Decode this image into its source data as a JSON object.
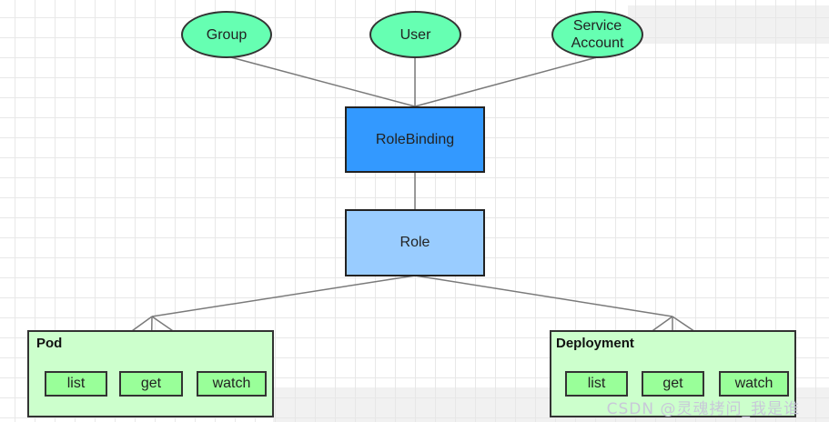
{
  "subjects": [
    {
      "id": "group",
      "label": "Group"
    },
    {
      "id": "user",
      "label": "User"
    },
    {
      "id": "service-account",
      "label": "Service\nAccount"
    }
  ],
  "binding": {
    "label": "RoleBinding",
    "color": "#3399ff"
  },
  "role": {
    "label": "Role",
    "color": "#99ccff"
  },
  "resources": [
    {
      "id": "pod",
      "label": "Pod",
      "verbs": [
        "list",
        "get",
        "watch"
      ]
    },
    {
      "id": "deployment",
      "label": "Deployment",
      "verbs": [
        "list",
        "get",
        "watch"
      ]
    }
  ],
  "watermark": "CSDN @灵魂拷问_我是谁"
}
